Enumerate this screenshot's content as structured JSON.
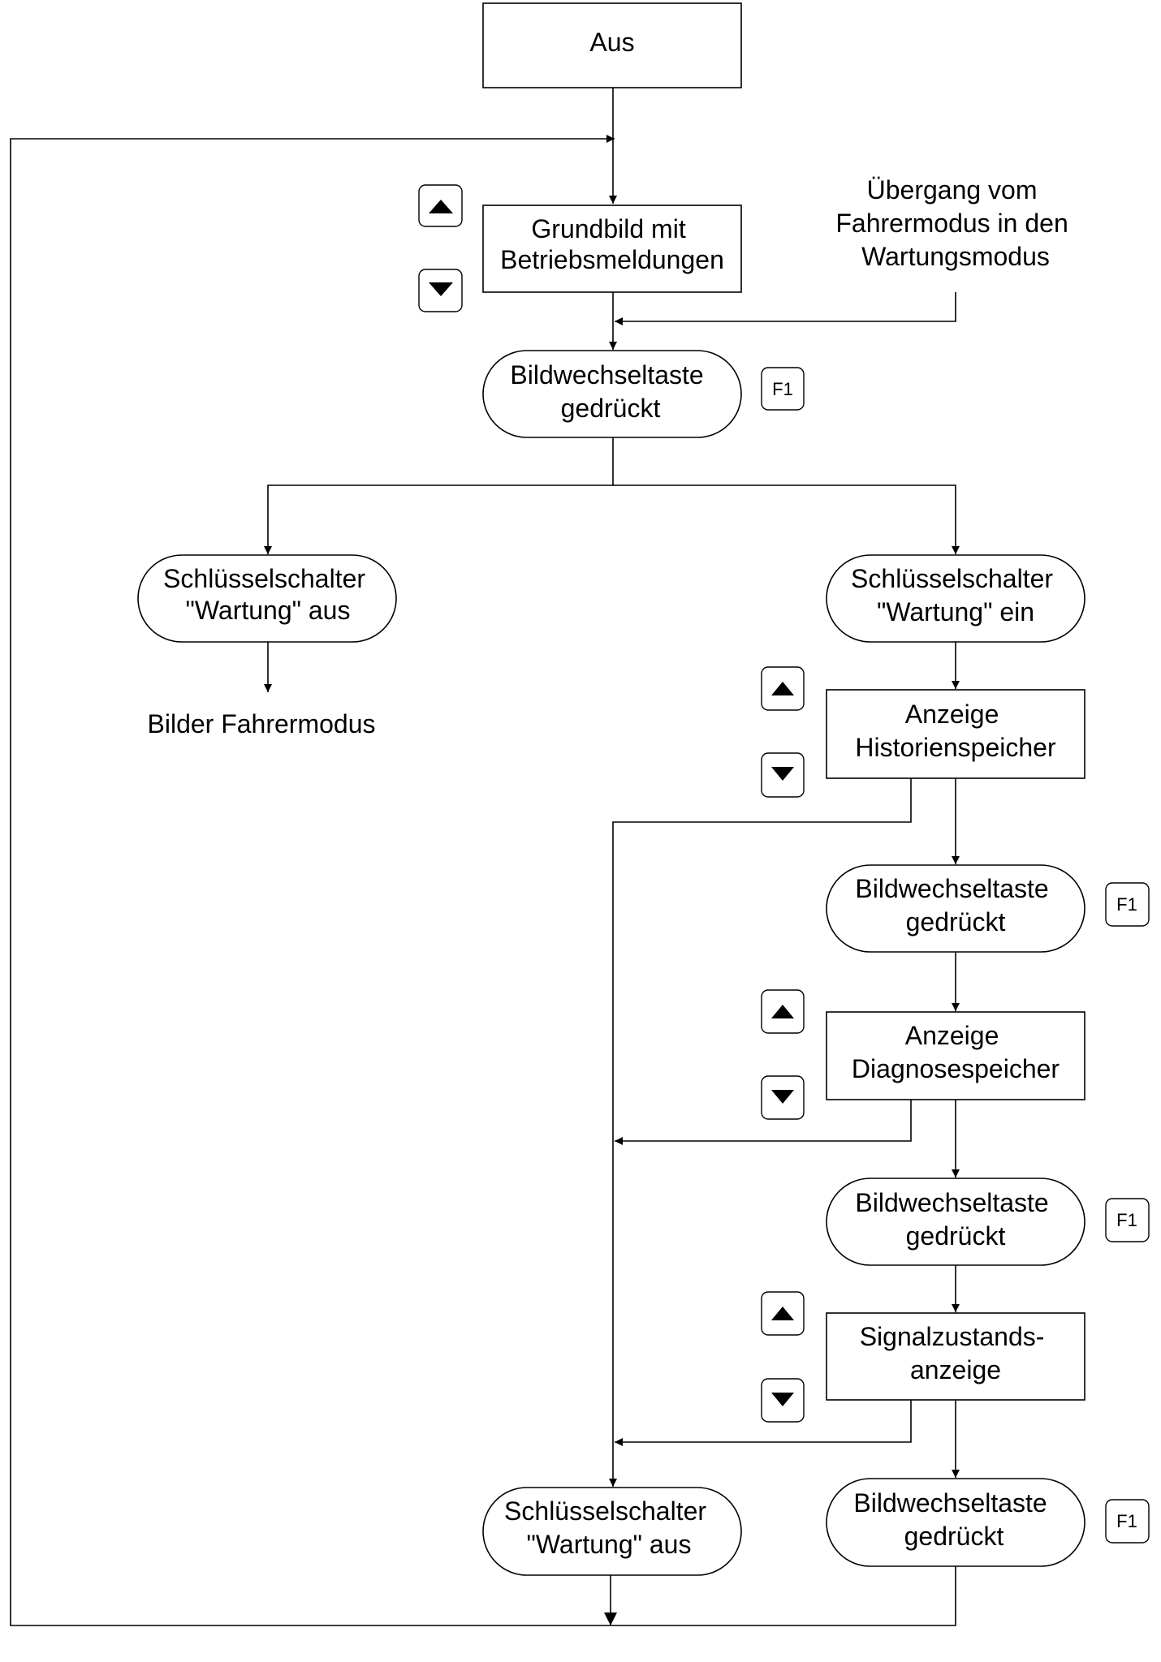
{
  "nodes": {
    "off": "Aus",
    "main_screen": [
      "Grundbild mit",
      "Betriebsmeldungen"
    ],
    "transition_note": [
      "Übergang vom",
      "Fahrermodus in den",
      "Wartungsmodus"
    ],
    "key_pressed_1": [
      "Bildwechseltaste",
      "gedrückt"
    ],
    "switch_off_left": [
      "Schlüsselschalter",
      "\"Wartung\" aus"
    ],
    "driver_mode_images": "Bilder Fahrermodus",
    "switch_on": [
      "Schlüsselschalter",
      "\"Wartung\" ein"
    ],
    "history_display": [
      "Anzeige",
      "Historienspeicher"
    ],
    "key_pressed_2": [
      "Bildwechseltaste",
      "gedrückt"
    ],
    "diagnosis_display": [
      "Anzeige",
      "Diagnosespeicher"
    ],
    "key_pressed_3": [
      "Bildwechseltaste",
      "gedrückt"
    ],
    "signal_display": [
      "Signalzustands-",
      "anzeige"
    ],
    "key_pressed_4": [
      "Bildwechseltaste",
      "gedrückt"
    ],
    "switch_off_bottom": [
      "Schlüsselschalter",
      "\"Wartung\" aus"
    ]
  },
  "keys": {
    "f1_label": "F1",
    "up_icon": "arrow-up-key-icon",
    "down_icon": "arrow-down-key-icon"
  }
}
